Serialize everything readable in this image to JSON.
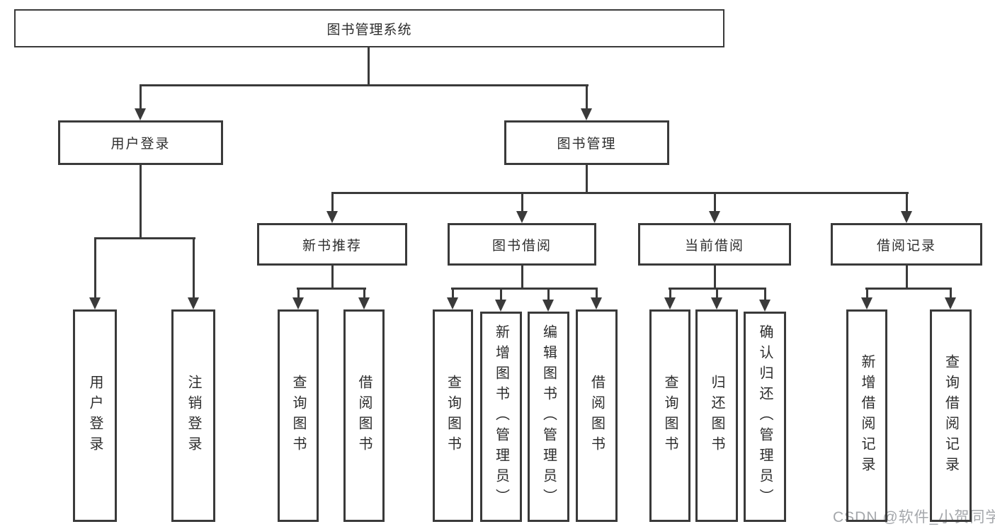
{
  "colors": {
    "line": "#3a3a3a",
    "text": "#2d2d2d",
    "wm": "#a4a7ab",
    "bg": "#ffffff"
  },
  "watermark": {
    "text": "CSDN @软件_小贺同学"
  },
  "diagram": {
    "root": {
      "label": "图书管理系统"
    },
    "branches": [
      {
        "label": "用户登录",
        "children": [
          {
            "label": "用户登录"
          },
          {
            "label": "注销登录"
          }
        ]
      },
      {
        "label": "图书管理",
        "children": [
          {
            "label": "新书推荐",
            "children": [
              {
                "label": "查询图书"
              },
              {
                "label": "借阅图书"
              }
            ]
          },
          {
            "label": "图书借阅",
            "children": [
              {
                "label": "查询图书"
              },
              {
                "label": "新增图书（管理员）"
              },
              {
                "label": "编辑图书（管理员）"
              },
              {
                "label": "借阅图书"
              }
            ]
          },
          {
            "label": "当前借阅",
            "children": [
              {
                "label": "查询图书"
              },
              {
                "label": "归还图书"
              },
              {
                "label": "确认归还（管理员）"
              }
            ]
          },
          {
            "label": "借阅记录",
            "children": [
              {
                "label": "新增借阅记录"
              },
              {
                "label": "查询借阅记录"
              }
            ]
          }
        ]
      }
    ]
  }
}
